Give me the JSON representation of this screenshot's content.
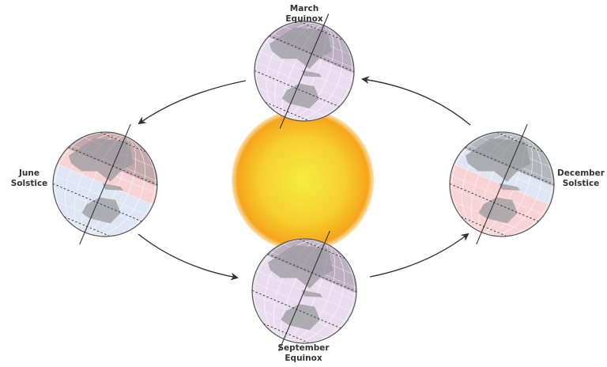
{
  "labels": {
    "march": [
      "March",
      "Equinox"
    ],
    "june": [
      "June",
      "Solstice"
    ],
    "september": [
      "September",
      "Equinox"
    ],
    "december": [
      "December",
      "Solstice"
    ]
  },
  "colors": {
    "sun_core": "#f6e93a",
    "sun_edge": "#f7a21b",
    "summer_hemisphere": "#f8d3d6",
    "winter_hemisphere": "#dfe6f3",
    "equinox": "#eadcef",
    "land": "#9a9a9e",
    "arrow": "#333333"
  }
}
